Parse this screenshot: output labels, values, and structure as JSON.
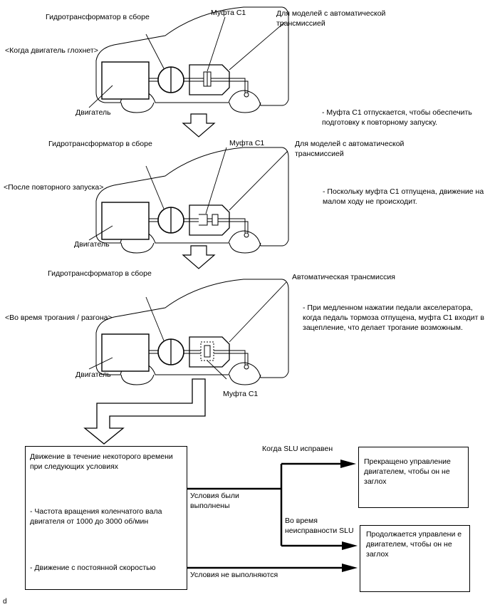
{
  "labels": {
    "torque_converter": "Гидротрансформатор в сборе",
    "clutch_c1": "Муфта C1",
    "for_at_models": "Для моделей с автоматической трансмиссией",
    "engine": "Двигатель",
    "automatic_transmission": "Автоматическая трансмиссия"
  },
  "stages": [
    {
      "title": "<Когда двигатель глохнет>",
      "note": "- Муфта C1 отпускается, чтобы обеспечить подготовку к повторному запуску."
    },
    {
      "title": "<После повторного запуска>",
      "note": "- Поскольку муфта C1 отпущена, движение на малом ходу не происходит."
    },
    {
      "title": "<Во время трогания / разгона>",
      "note": "- При медленном нажатии педали акселератора, когда педаль тормоза отпущена, муфта C1 входит в зацепление, что делает трогание возможным."
    }
  ],
  "flow": {
    "condition_box": {
      "title": "Движение в течение некоторого времени при следующих условиях",
      "item1": "- Частота вращения коленчатого вала двигателя от 1000 до 3000 об/мин",
      "item2": "- Движение с постоянной скоростью"
    },
    "met": "Условия были выполнены",
    "not_met": "Условия не выполняются",
    "slu_ok": "Когда SLU исправен",
    "slu_fail": "Во время неисправности SLU",
    "result_stop": "Прекращено управление двигателем, чтобы он не заглох",
    "result_continue": "Продолжается управлени е двигателем, чтобы он не заглох"
  },
  "footer_code": "d"
}
